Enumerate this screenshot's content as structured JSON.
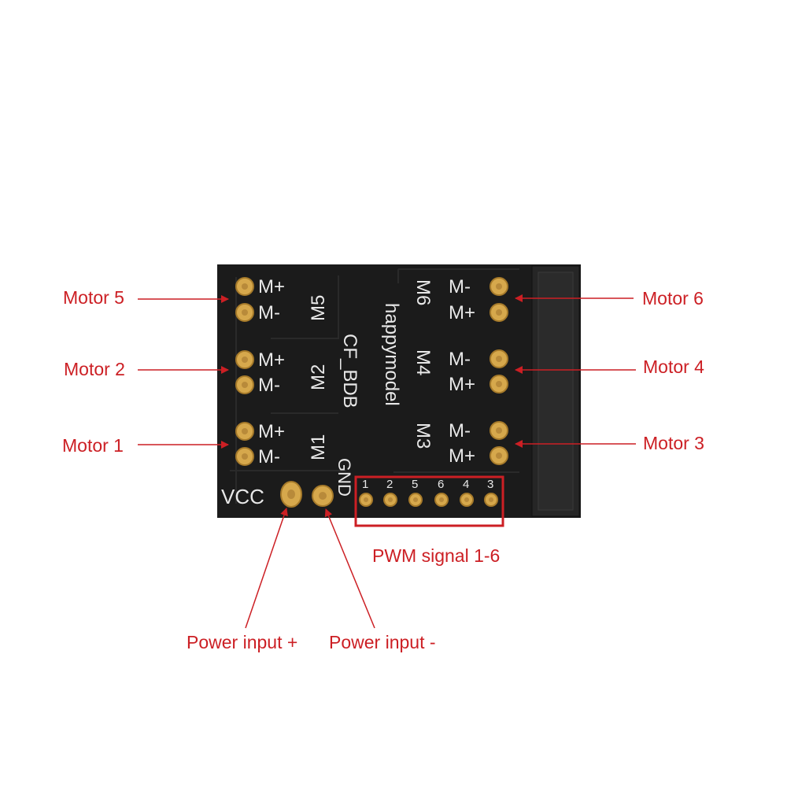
{
  "colors": {
    "accent_red": "#cc1f24",
    "board": "#1b1b1b",
    "silkscreen": "#e8e8e8",
    "pad_gold": "#d6a84c"
  },
  "board": {
    "brand": "happymodel",
    "model": "CF_BDB",
    "power_labels": {
      "vcc": "VCC",
      "gnd": "GND"
    },
    "motors": [
      {
        "id": "M5",
        "pins": [
          "M+",
          "M-"
        ]
      },
      {
        "id": "M2",
        "pins": [
          "M+",
          "M-"
        ]
      },
      {
        "id": "M1",
        "pins": [
          "M+",
          "M-"
        ]
      },
      {
        "id": "M6",
        "pins": [
          "M-",
          "M+"
        ]
      },
      {
        "id": "M4",
        "pins": [
          "M-",
          "M+"
        ]
      },
      {
        "id": "M3",
        "pins": [
          "M-",
          "M+"
        ]
      }
    ],
    "pwm_pins": [
      "1",
      "2",
      "5",
      "6",
      "4",
      "3"
    ]
  },
  "callouts": {
    "motor5": "Motor 5",
    "motor2": "Motor 2",
    "motor1": "Motor 1",
    "motor6": "Motor 6",
    "motor4": "Motor 4",
    "motor3": "Motor 3",
    "pwm": "PWM signal 1-6",
    "power_plus": "Power input +",
    "power_minus": "Power input -"
  }
}
